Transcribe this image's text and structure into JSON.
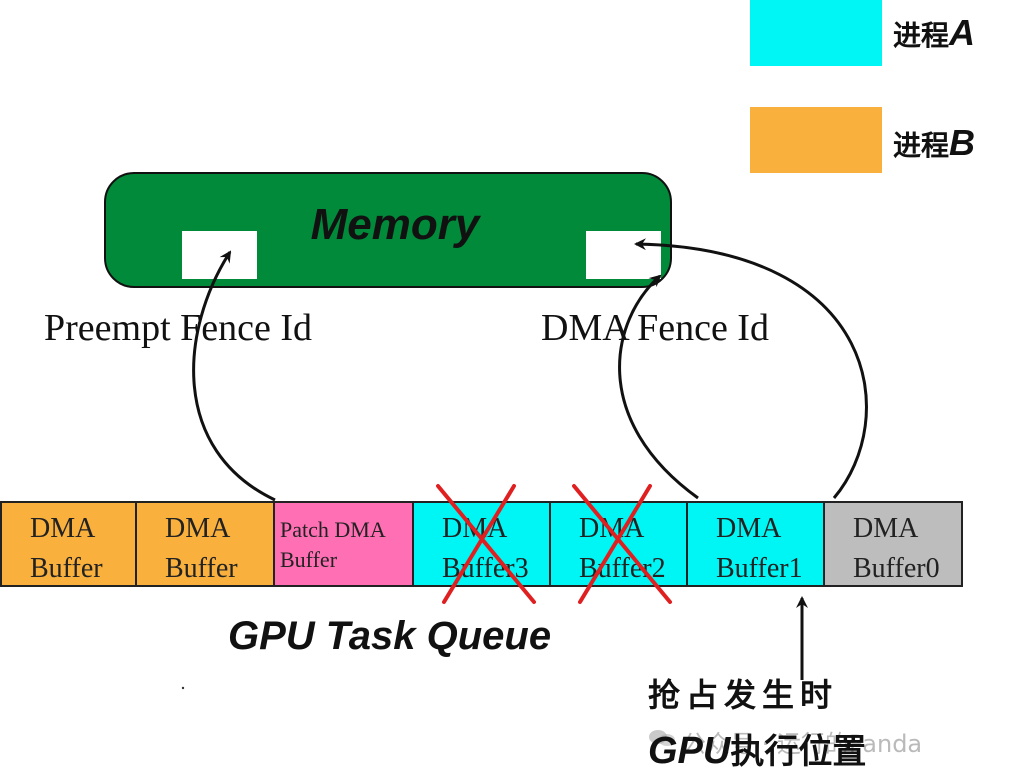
{
  "legend": [
    {
      "label_prefix": "进程",
      "label_letter": "A",
      "color": "#00f5f5"
    },
    {
      "label_prefix": "进程",
      "label_letter": "B",
      "color": "#f9b03d"
    }
  ],
  "memory": {
    "title": "Memory",
    "color": "#008a3a"
  },
  "fence_labels": {
    "preempt": "Preempt Fence Id",
    "dma": "DMA Fence Id"
  },
  "queue": {
    "title": "GPU Task Queue",
    "cells": [
      {
        "line1": "DMA",
        "line2": "Buffer",
        "color": "#f9b03d",
        "crossed": false
      },
      {
        "line1": "DMA",
        "line2": "Buffer",
        "color": "#f9b03d",
        "crossed": false
      },
      {
        "line1": "Patch DMA",
        "line2": "Buffer",
        "color": "#ff6fb4",
        "crossed": false
      },
      {
        "line1": "DMA",
        "line2": "Buffer3",
        "color": "#00f5f5",
        "crossed": true
      },
      {
        "line1": "DMA",
        "line2": "Buffer2",
        "color": "#00f5f5",
        "crossed": true
      },
      {
        "line1": "DMA",
        "line2": "Buffer1",
        "color": "#00f5f5",
        "crossed": false
      },
      {
        "line1": "DMA",
        "line2": "Buffer0",
        "color": "#bdbdbd",
        "crossed": false
      }
    ]
  },
  "preemption_note": {
    "line1": "抢占发生时",
    "line2_en": "GPU",
    "line2_cn": "执行位置"
  },
  "watermark": "公众号 · 运行的Panda",
  "cross_color": "#e02020"
}
